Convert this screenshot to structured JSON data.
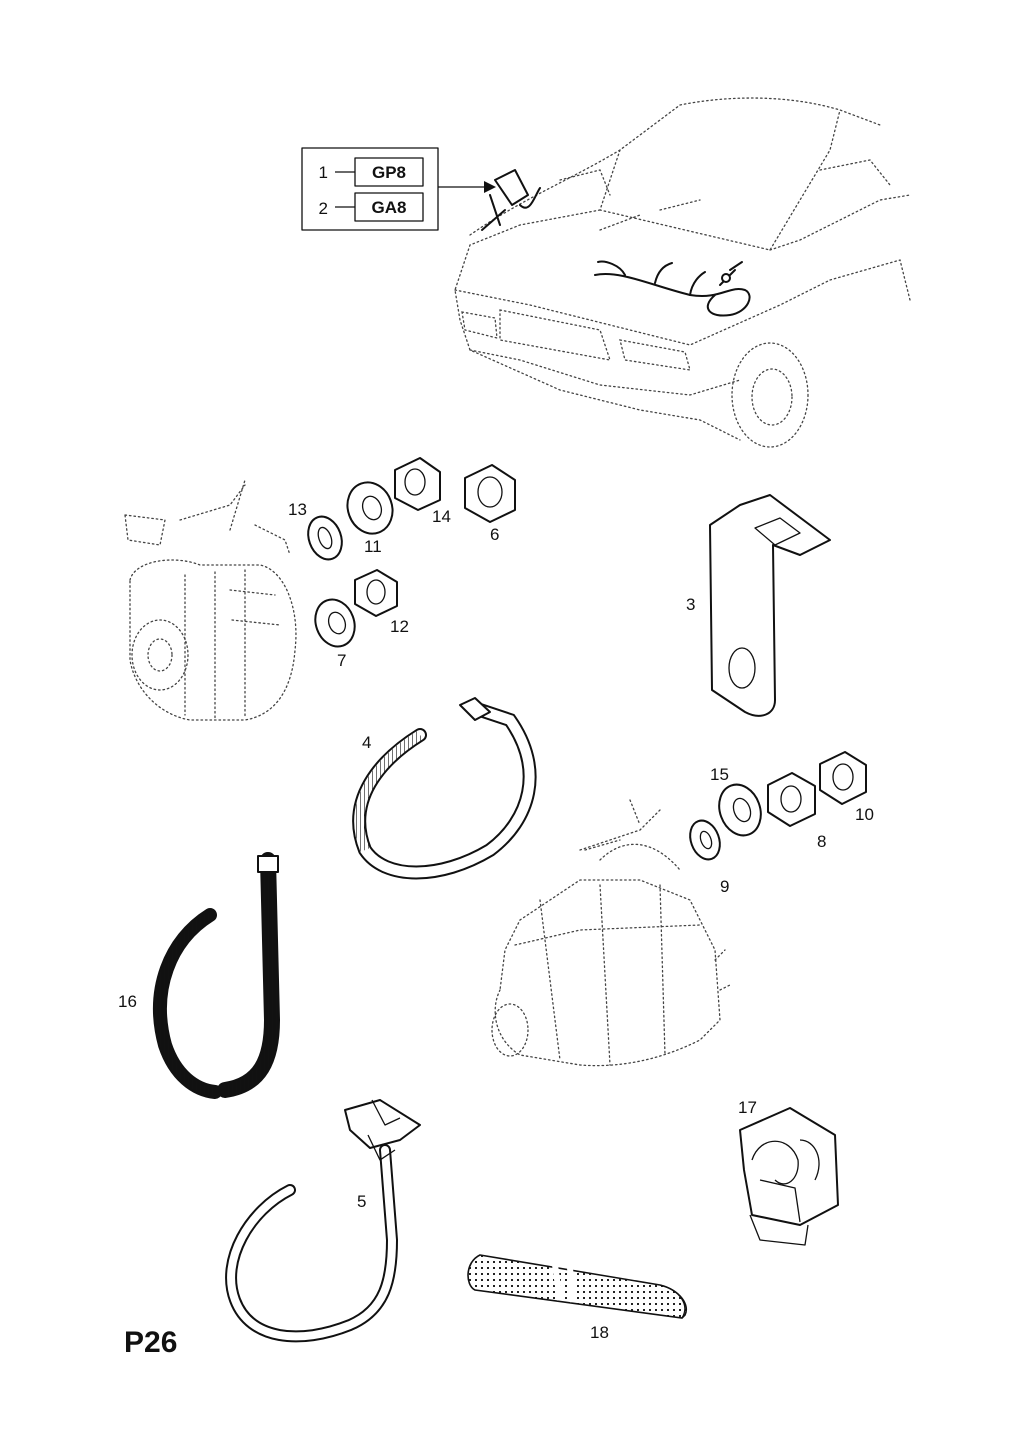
{
  "legend_box": {
    "rows": [
      {
        "callout": "1",
        "code": "GP8"
      },
      {
        "callout": "2",
        "code": "GA8"
      }
    ]
  },
  "callouts": [
    "13",
    "14",
    "6",
    "11",
    "3",
    "12",
    "7",
    "4",
    "15",
    "10",
    "8",
    "9",
    "16",
    "17",
    "5",
    "18"
  ],
  "page_code": "P26"
}
